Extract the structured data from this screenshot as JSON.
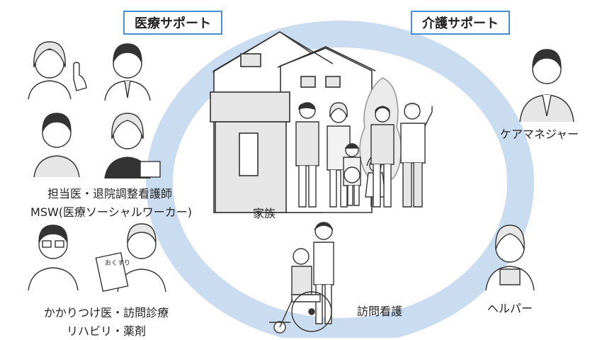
{
  "header": {
    "medical_support": "医療サポート",
    "care_support": "介護サポート"
  },
  "labels": {
    "doctor_line1": "担当医・退院調整看護師",
    "doctor_line2": "MSW(医療ソーシャルワーカー)",
    "clinic_line1": "かかりつけ医・訪問診療",
    "clinic_line2": "リハビリ・薬剤",
    "family": "家族",
    "visiting_nurse": "訪問看護",
    "care_manager": "ケアマネジャー",
    "helper": "ヘルパー"
  },
  "misc": {
    "medicine_bag": "おくすり"
  },
  "colors": {
    "ring": "#c9dcf0",
    "box_border": "#4a8fd2",
    "line_art": "#333333",
    "house_fill": "#e6e6e6"
  }
}
